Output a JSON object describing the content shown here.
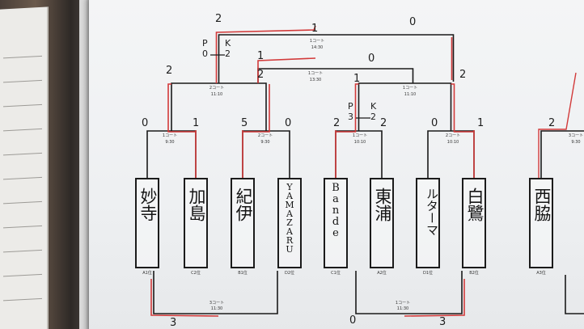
{
  "teams": [
    {
      "name": "妙寺",
      "seed": "A1位"
    },
    {
      "name": "加島",
      "seed": "C2位"
    },
    {
      "name": "紀伊",
      "seed": "B1位"
    },
    {
      "name": "YAMAZARU",
      "seed": "D2位"
    },
    {
      "name": "Bande",
      "seed": "C1位"
    },
    {
      "name": "東浦",
      "seed": "A2位"
    },
    {
      "name": "ルターマ",
      "seed": "D1位"
    },
    {
      "name": "白鷺",
      "seed": "B2位"
    },
    {
      "name": "西脇",
      "seed": "A3位"
    }
  ],
  "round1_scores": [
    "0",
    "1",
    "5",
    "0",
    "2",
    "2",
    "0",
    "1",
    "2"
  ],
  "round1_courts": [
    {
      "court": "1コート",
      "time": "9:30"
    },
    {
      "court": "2コート",
      "time": "9:30"
    },
    {
      "court": "1コート",
      "time": "10:10"
    },
    {
      "court": "2コート",
      "time": "10:10"
    },
    {
      "court": "3コート",
      "time": "9:30"
    }
  ],
  "round2_scores": [
    "2",
    "2",
    "1",
    "2"
  ],
  "round2_courts": [
    {
      "court": "2コート",
      "time": "11:10"
    },
    {
      "court": "1コート",
      "time": "11:10"
    }
  ],
  "semi_scores": [
    "1",
    "0"
  ],
  "semi_court": {
    "court": "1コート",
    "time": "13:30"
  },
  "final_scores": [
    "2",
    "1",
    "0"
  ],
  "final_court": {
    "court": "1コート",
    "time": "14:30"
  },
  "pk_labels": [
    {
      "p": "P",
      "k": "K",
      "left": "0",
      "right": "2"
    },
    {
      "p": "P",
      "k": "K",
      "left": "3",
      "right": "2"
    }
  ],
  "bottom_scores": [
    "3",
    "0",
    "3"
  ],
  "bottom_courts": [
    {
      "court": "3コート",
      "time": "11:30"
    },
    {
      "court": "1コート",
      "time": "11:30"
    }
  ],
  "colors": {
    "line": "#1a1a1a",
    "winner": "#d23a3a",
    "board": "#f1f2f3"
  }
}
